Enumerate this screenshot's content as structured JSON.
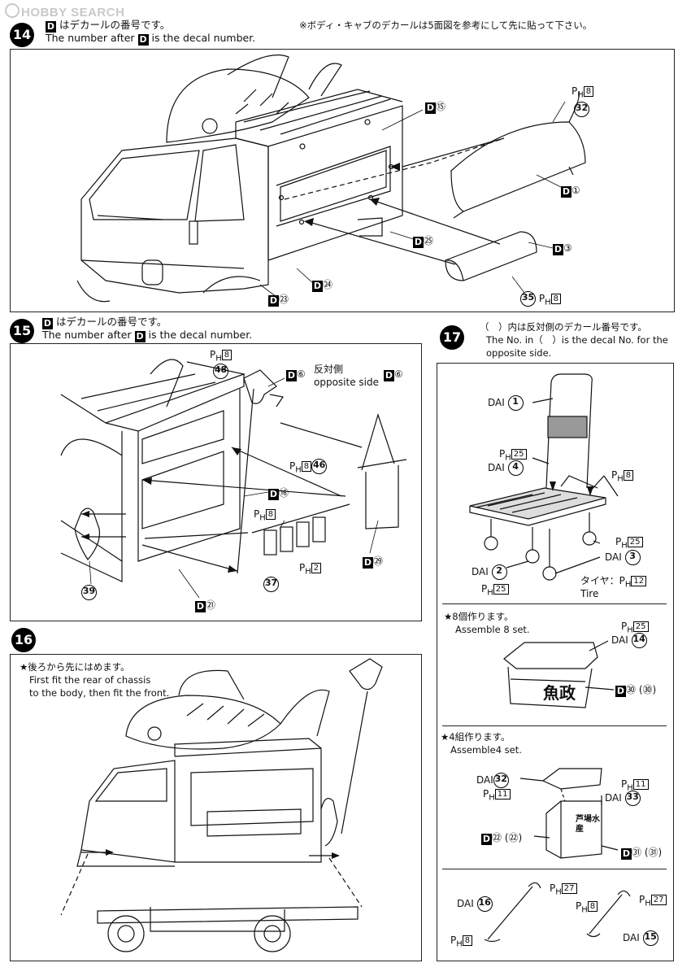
{
  "watermark": "HOBBY SEARCH",
  "steps": {
    "s14": {
      "num": "14",
      "ja": "はデカールの番号です。",
      "en": "The number after",
      "en_tail": "is the decal number.",
      "note": "※ボディ・キャブのデカールは5面図を参考にして先に貼って下さい。"
    },
    "s15": {
      "num": "15",
      "ja": "はデカールの番号です。",
      "en": "The number after",
      "en_tail": "is the decal number."
    },
    "s16": {
      "num": "16",
      "ja": "★後ろから先にはめます。",
      "en1": "First fit the rear of chassis",
      "en2": "to the body, then fit the front."
    },
    "s17": {
      "num": "17",
      "ja": "（　）内は反対側のデカール番号です。",
      "en1": "The No. in（　）is the decal No. for the",
      "en2": "opposite side."
    }
  },
  "parts14": {
    "d15": "⑮",
    "ph8": "8",
    "p32": "32",
    "d1": "①",
    "d25": "㉕",
    "d3": "③",
    "d24": "㉔",
    "d23": "㉓",
    "p35": "35"
  },
  "parts15": {
    "ph8a": "8",
    "p48": "48",
    "d6a": "⑥",
    "opp_ja": "反対側",
    "opp_en": "opposite side",
    "d6b": "⑥",
    "ph8b": "8",
    "p46": "46",
    "d16": "⑯",
    "ph8c": "8",
    "ph2": "2",
    "d29": "㉙",
    "p39": "39",
    "p37": "37",
    "d21": "㉑"
  },
  "parts17": {
    "dai1": "1",
    "ph25a": "25",
    "dai4": "4",
    "ph8": "8",
    "ph25b": "25",
    "dai2": "2",
    "dai3": "3",
    "ph25c": "25",
    "tire_ja": "タイヤ：",
    "ph12": "12",
    "tire_en": "Tire",
    "set8_ja": "★8個作ります。",
    "set8_en": "Assemble 8 set.",
    "ph25d": "25",
    "dai14": "14",
    "d30": "㉚ (㉚)",
    "set4_ja": "★4組作ります。",
    "set4_en": "Assemble4 set.",
    "dai32": "32",
    "ph11a": "11",
    "ph11b": "11",
    "dai33": "33",
    "d22": "㉒ (㉒)",
    "d31": "㉛ (㉛)",
    "ph27a": "27",
    "dai16": "16",
    "ph8d": "8",
    "ph27b": "27",
    "ph8e": "8",
    "dai15": "15"
  },
  "misc": {
    "dai": "DAI",
    "ph": "P",
    "ph_sub": "H",
    "d_letter": "D",
    "crate_text": "魚政",
    "cooler_text": "芦場水産"
  }
}
